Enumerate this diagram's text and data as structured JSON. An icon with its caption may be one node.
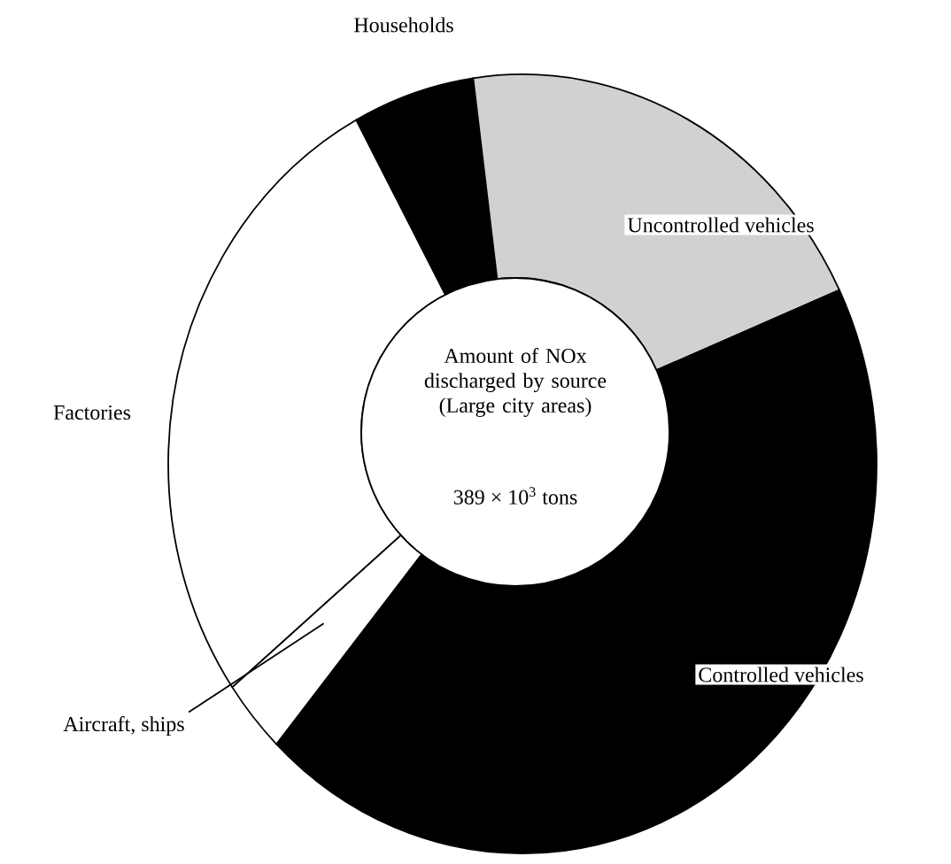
{
  "diagram": {
    "nodes": [
      {
        "text": [
          "Amount of NOx discharged by source (Large city areas)",
          "389 × 10$^{3}$ tons"
        ]
      },
      {
        "text": [
          "Households"
        ]
      },
      {
        "text": [
          "Uncontrolled vehicles"
        ]
      },
      {
        "text": [
          "Factories"
        ]
      },
      {
        "text": [
          "Controlled vehicles"
        ]
      },
      {
        "text": [
          "Aircraft, ships"
        ]
      },
      {
        "text": [],
        "shape": "wedge"
      }
    ],
    "edges": [
      {
        "from": 5,
        "to": 6,
        "arrow": "none"
      }
    ]
  }
}
